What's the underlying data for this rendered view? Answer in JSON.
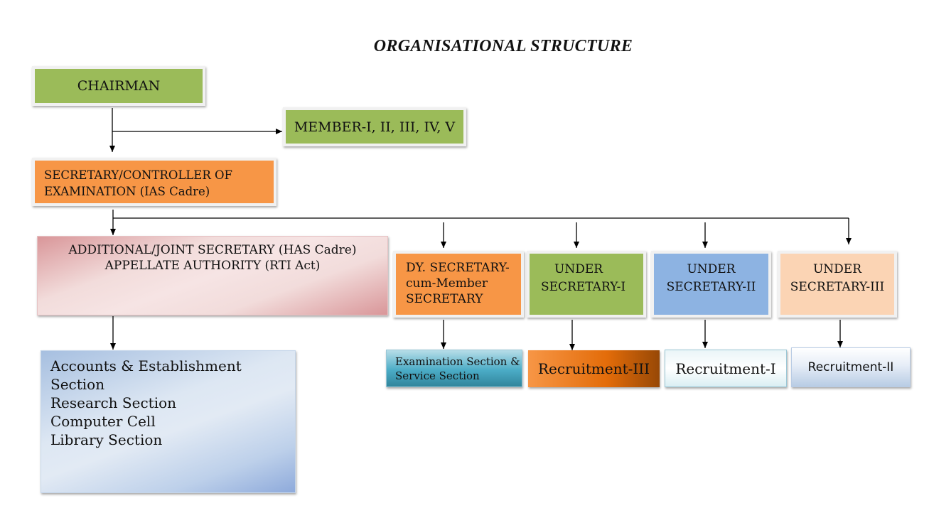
{
  "title": "ORGANISATIONAL STRUCTURE",
  "nodes": {
    "chairman": "CHAIRMAN",
    "members": "MEMBER-I, II, III, IV, V",
    "secretary": [
      "SECRETARY/CONTROLLER OF",
      "EXAMINATION (IAS Cadre)"
    ],
    "additional_secretary": [
      "ADDITIONAL/JOINT SECRETARY (HAS Cadre)",
      "APPELLATE AUTHORITY (RTI Act)"
    ],
    "sections": [
      "Accounts & Establishment  Section",
      "Research Section",
      "Computer  Cell",
      "Library Section"
    ],
    "dy_secretary": [
      "DY. SECRETARY-",
      "cum-Member",
      "SECRETARY"
    ],
    "under_secretary_1": [
      "UNDER",
      "SECRETARY-I"
    ],
    "under_secretary_2": [
      "UNDER",
      "SECRETARY-II"
    ],
    "under_secretary_3": [
      "UNDER",
      "SECRETARY-III"
    ],
    "exam_section": [
      "Examination Section &",
      "Service Section"
    ],
    "recruitment_3": "Recruitment-III",
    "recruitment_1": "Recruitment-I",
    "recruitment_2": "Recruitment-II"
  },
  "colors": {
    "green": "#9bbb59",
    "orange": "#f79646",
    "pink": "#f2dcdb",
    "blue": "#8db3e2",
    "peach": "#fbd4b4",
    "teal": "#4bacc6"
  }
}
